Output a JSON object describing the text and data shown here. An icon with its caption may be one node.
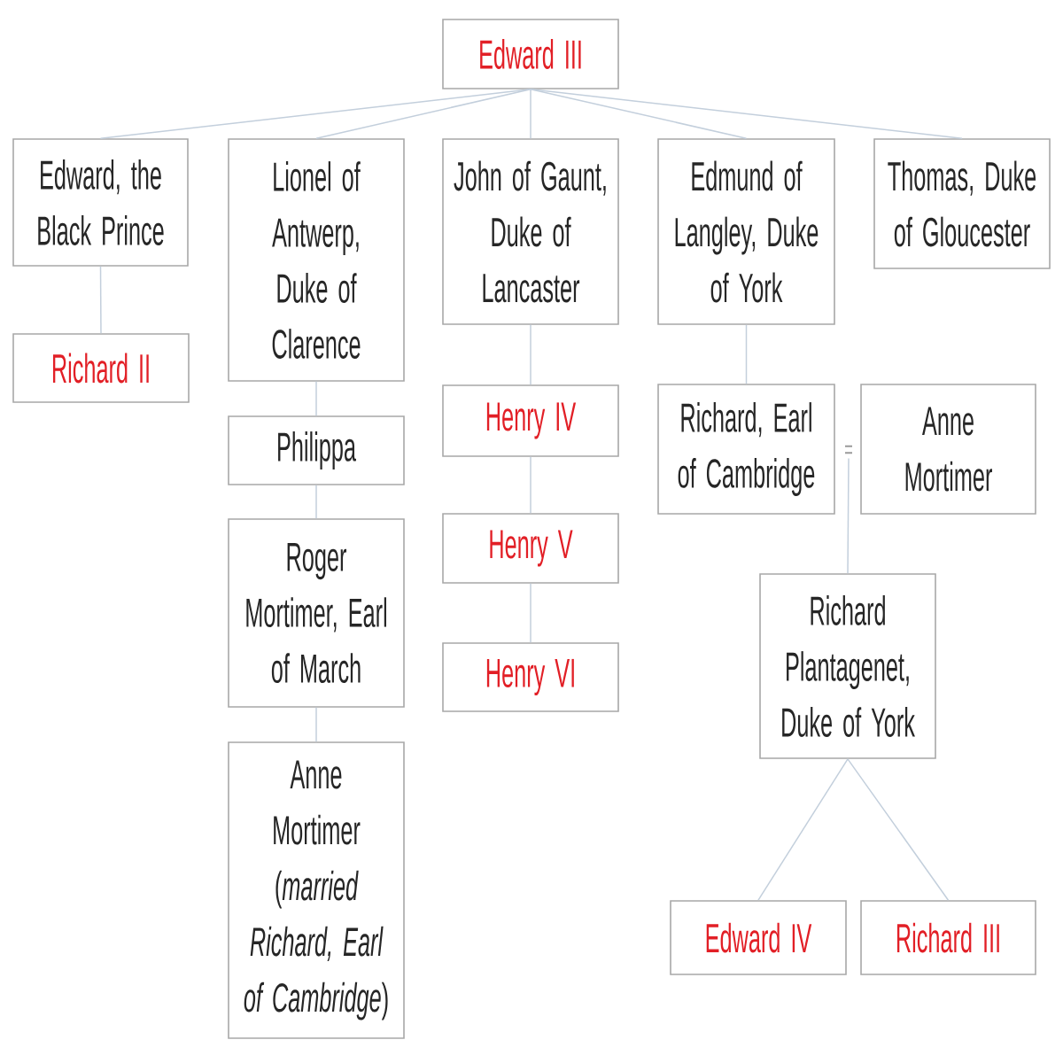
{
  "diagram": {
    "nodes": [
      {
        "text": [
          "Edward III"
        ]
      },
      {
        "text": [
          "Edward, the Black Prince"
        ]
      },
      {
        "text": [
          "Lionel of Antwerp, Duke of Clarence"
        ]
      },
      {
        "text": [
          "John of Gaunt, Duke of Lancaster"
        ]
      },
      {
        "text": [
          "Edmund of Langley, Duke of York"
        ]
      },
      {
        "text": [
          "Thomas, Duke of Gloucester"
        ]
      },
      {
        "text": [
          "Richard II"
        ]
      },
      {
        "text": [
          "Philippa"
        ]
      },
      {
        "text": [
          "Roger Mortimer, Earl of March"
        ]
      },
      {
        "text": [
          "Anne Mortimer (*married Richard, Earl of Cambridge*)"
        ]
      },
      {
        "text": [
          "Henry IV"
        ]
      },
      {
        "text": [
          "Henry V"
        ]
      },
      {
        "text": [
          "Henry VI"
        ]
      },
      {
        "text": [
          "Richard, Earl of Cambridge"
        ]
      },
      {
        "text": [
          "Anne Mortimer"
        ]
      },
      {
        "text": [
          "="
        ]
      },
      {
        "text": [
          "Richard Plantagenet, Duke of York"
        ]
      },
      {
        "text": [
          "Edward IV"
        ]
      },
      {
        "text": [
          "Richard III"
        ]
      }
    ],
    "edges": [
      {
        "from": 0,
        "to": 1,
        "arrow": "none"
      },
      {
        "from": 0,
        "to": 2,
        "arrow": "none"
      },
      {
        "from": 0,
        "to": 3,
        "arrow": "none"
      },
      {
        "from": 0,
        "to": 4,
        "arrow": "none"
      },
      {
        "from": 0,
        "to": 5,
        "arrow": "none"
      },
      {
        "from": 1,
        "to": 6,
        "arrow": "none"
      },
      {
        "from": 2,
        "to": 7,
        "arrow": "none"
      },
      {
        "from": 7,
        "to": 8,
        "arrow": "none"
      },
      {
        "from": 8,
        "to": 9,
        "arrow": "none"
      },
      {
        "from": 3,
        "to": 10,
        "arrow": "none"
      },
      {
        "from": 10,
        "to": 11,
        "arrow": "none"
      },
      {
        "from": 11,
        "to": 12,
        "arrow": "none"
      },
      {
        "from": 4,
        "to": 13,
        "arrow": "none"
      },
      {
        "from": 15,
        "to": 16,
        "arrow": "none"
      },
      {
        "from": 16,
        "to": 17,
        "arrow": "none"
      },
      {
        "from": 16,
        "to": 18,
        "arrow": "none"
      }
    ]
  }
}
